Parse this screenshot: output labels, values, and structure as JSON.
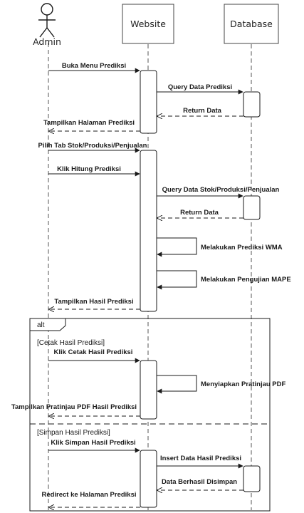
{
  "participants": {
    "actor": "Admin",
    "website": "Website",
    "database": "Database"
  },
  "messages": {
    "m1": "Buka Menu Prediksi",
    "m2": "Query Data Prediksi",
    "m3": "Return Data",
    "m4": "Tampilkan Halaman Prediksi",
    "m5": "Pilih Tab Stok/Produksi/Penjualan",
    "m6": "Klik Hitung Prediksi",
    "m7": "Query Data Stok/Produksi/Penjualan",
    "m8": "Return Data",
    "m9": "Melakukan Prediksi WMA",
    "m10": "Melakukan Pengujian MAPE",
    "m11": "Tampilkan Hasil Prediksi"
  },
  "fragment": {
    "operator": "alt",
    "guard1": "[Cetak Hasil Prediksi]",
    "guard2": "[Simpan Hasil Prediksi]"
  },
  "alt_messages": {
    "a1": "Klik Cetak Hasil Prediksi",
    "a2": "Menyiapkan Pratinjau PDF",
    "a3": "Tampilkan Pratinjau PDF Hasil Prediksi",
    "b1": "Klik Simpan Hasil Prediksi",
    "b2": "Insert Data Hasil Prediksi",
    "b3": "Data Berhasil Disimpan",
    "b4": "Redirect ke Halaman Prediksi"
  }
}
